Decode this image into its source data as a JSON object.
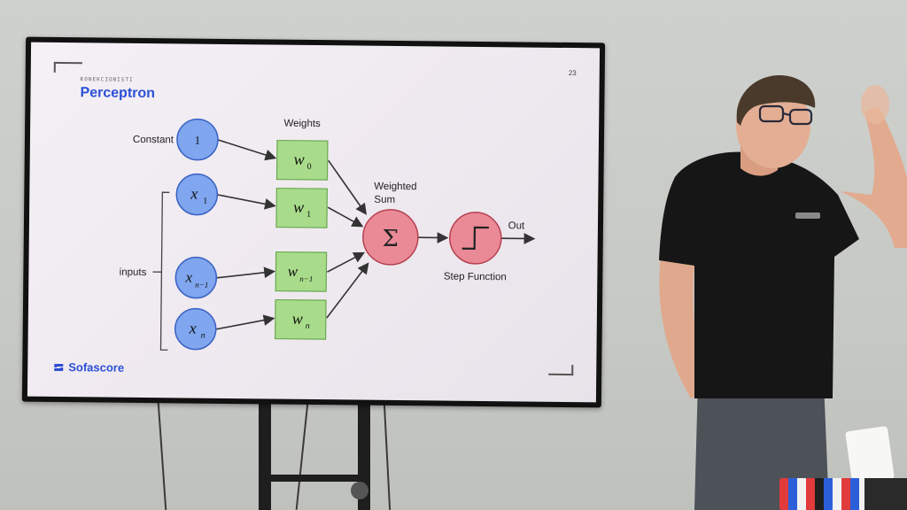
{
  "slide": {
    "section": "KONEKCIONISTI",
    "title": "Perceptron",
    "page_number": "23",
    "brand": "Sofascore"
  },
  "diagram": {
    "constant_label": "Constant",
    "constant_value": "1",
    "weights_label": "Weights",
    "inputs_label": "inputs",
    "weighted_sum_label_1": "Weighted",
    "weighted_sum_label_2": "Sum",
    "step_function_label": "Step Function",
    "out_label": "Out",
    "sum_symbol": "Σ",
    "inputs": [
      {
        "base": "x",
        "sub": "1"
      },
      {
        "base": "x",
        "sub": "n−1"
      },
      {
        "base": "x",
        "sub": "n"
      }
    ],
    "weights": [
      {
        "base": "w",
        "sub": "0"
      },
      {
        "base": "w",
        "sub": "1"
      },
      {
        "base": "w",
        "sub": "n−1"
      },
      {
        "base": "w",
        "sub": "n"
      }
    ]
  },
  "colors": {
    "input_node": "#7fa6ee",
    "weight_box": "#a8dc8a",
    "sum_node": "#ea8a96",
    "brand_blue": "#2c4fd6"
  }
}
